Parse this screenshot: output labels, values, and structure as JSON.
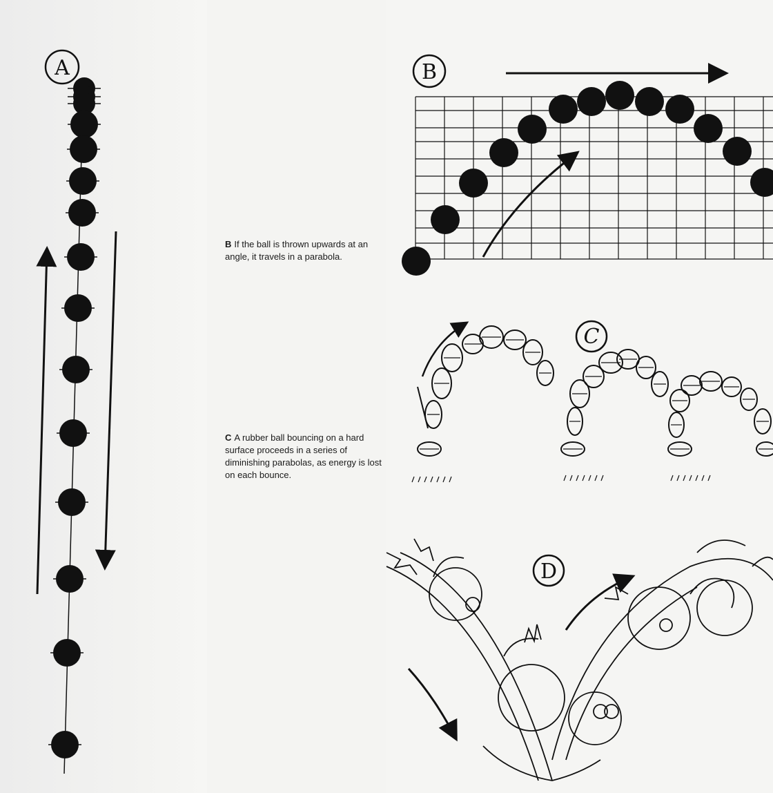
{
  "figure_labels": {
    "a": "A",
    "b": "B",
    "c": "C",
    "d": "D"
  },
  "captions": {
    "b": {
      "lead": "B",
      "text": "If the ball is thrown upwards at an angle, it travels in a parabola."
    },
    "c": {
      "lead": "C",
      "text": "A rubber ball bouncing on a hard surface proceeds in a series of diminishing parabolas, as energy is lost on each bounce."
    }
  },
  "colors": {
    "ink": "#111111",
    "paper": "#f4f4f2"
  }
}
